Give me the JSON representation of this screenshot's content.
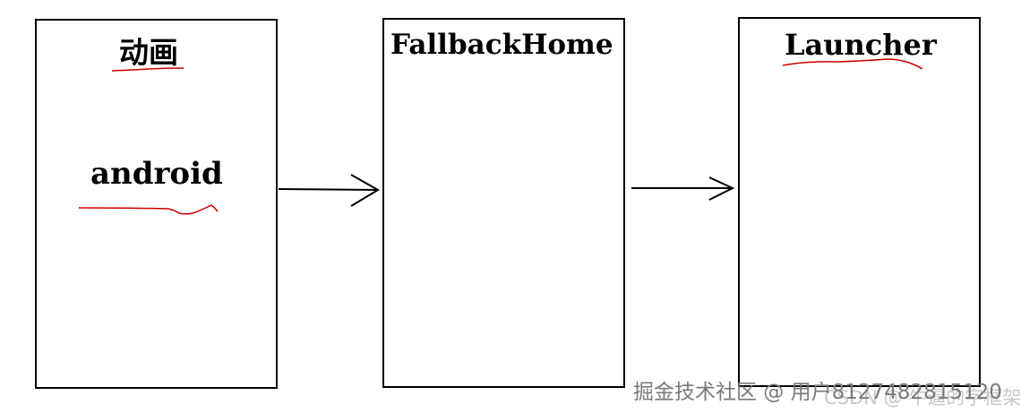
{
  "diagram": {
    "nodes": [
      {
        "id": "boot",
        "title": "动画",
        "subtitle": "android"
      },
      {
        "id": "fallback",
        "title": "FallbackHome"
      },
      {
        "id": "launcher",
        "title": "Launcher"
      }
    ],
    "edges": [
      {
        "from": "boot",
        "to": "fallback"
      },
      {
        "from": "fallback",
        "to": "launcher"
      }
    ],
    "annotation_color": "#cc0000"
  },
  "watermarks": {
    "juejin": "掘金技术社区 @ 用户8127482815120",
    "csdn": "CSDN @ 牛逼的字框架"
  }
}
